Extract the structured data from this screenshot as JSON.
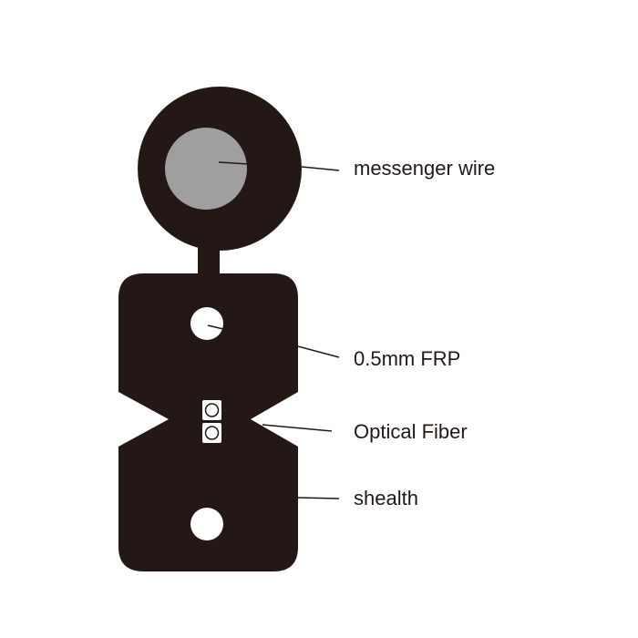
{
  "labels": {
    "messenger_wire": "messenger wire",
    "frp": "0.5mm FRP",
    "optical_fiber": "Optical Fiber",
    "sheath": "shealth"
  },
  "colors": {
    "jacket": "#231815",
    "messenger": "#9f9f9f",
    "background": "#ffffff"
  }
}
